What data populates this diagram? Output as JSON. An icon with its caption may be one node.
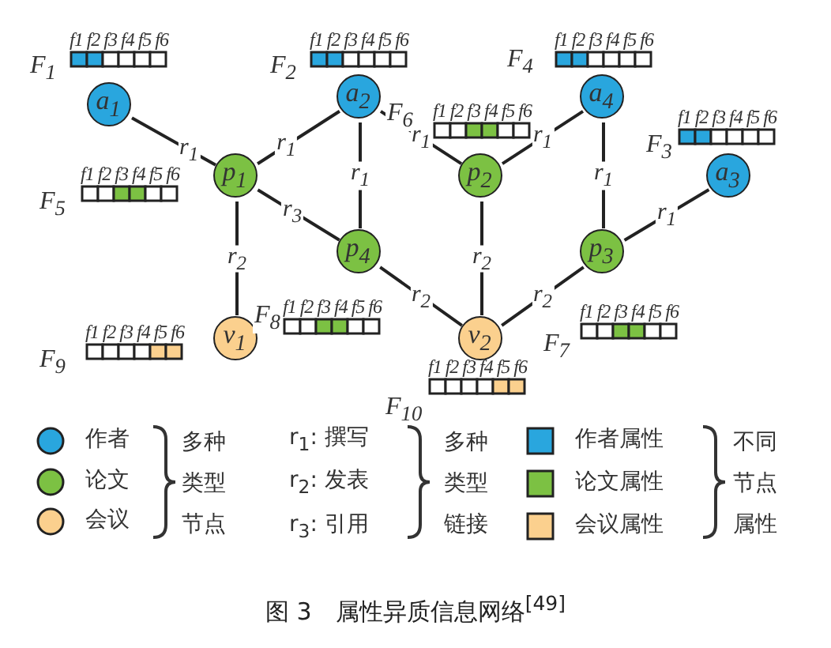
{
  "diagram": {
    "caption": "图 3　属性异质信息网络$^{[49]}$",
    "nodes": [
      {
        "text": [
          "a$_{1}$"
        ]
      },
      {
        "text": [
          "a$_{2}$"
        ]
      },
      {
        "text": [
          "a$_{4}$"
        ]
      },
      {
        "text": [
          "p$_{1}$"
        ]
      },
      {
        "text": [
          "p$_{2}$"
        ]
      },
      {
        "text": [
          "a$_{3}$"
        ]
      },
      {
        "text": [
          "p$_{4}$"
        ]
      },
      {
        "text": [
          "p$_{3}$"
        ]
      },
      {
        "text": [
          "v$_{1}$"
        ]
      },
      {
        "text": [
          "v$_{2}$"
        ]
      }
    ],
    "edges": [
      {
        "from": 0,
        "to": 3,
        "arrow": "none",
        "label": "r$_{1}$"
      },
      {
        "from": 3,
        "to": 1,
        "arrow": "none",
        "label": "r$_{1}$"
      },
      {
        "from": 1,
        "to": 6,
        "arrow": "none",
        "label": "r$_{1}$"
      },
      {
        "from": 1,
        "to": 4,
        "arrow": "none",
        "label": "r$_{1}$"
      },
      {
        "from": 4,
        "to": 2,
        "arrow": "none",
        "label": "r$_{1}$"
      },
      {
        "from": 2,
        "to": 7,
        "arrow": "none",
        "label": "r$_{1}$"
      },
      {
        "from": 7,
        "to": 5,
        "arrow": "none",
        "label": "r$_{1}$"
      },
      {
        "from": 3,
        "to": 6,
        "arrow": "none",
        "label": "r$_{3}$"
      },
      {
        "from": 3,
        "to": 8,
        "arrow": "none",
        "label": "r$_{2}$"
      },
      {
        "from": 4,
        "to": 9,
        "arrow": "none",
        "label": "r$_{2}$"
      },
      {
        "from": 6,
        "to": 9,
        "arrow": "none",
        "label": "r$_{2}$"
      },
      {
        "from": 7,
        "to": 9,
        "arrow": "none",
        "label": "r$_{2}$"
      }
    ],
    "labels": [
      "F$_{1}$",
      "f1 f2 f3 f4 f5 f6",
      "F$_{2}$",
      "f1 f2 f3 f4 f5 f6",
      "F$_{4}$",
      "f1 f2 f3 f4 f5 f6",
      "F$_{6}$",
      "f1 f2 f3 f4 f5 f6",
      "F$_{3}$",
      "f1 f2 f3 f4 f5 f6",
      "F$_{5}$",
      "f1 f2 f3 f4 f5 f6",
      "F$_{8}$",
      "f1 f2 f3 f4 f5 f6",
      "F$_{9}$",
      "f1 f2 f3 f4 f5 f6",
      "F$_{7}$",
      "f1 f2 f3 f4 f5 f6",
      "F$_{10}$",
      "f1 f2 f3 f4 f5 f6",
      "多种类型节点",
      "r$_{1}$: 撰写",
      "r$_{2}$: 发表",
      "r$_{3}$: 引用",
      "多种类型链接",
      "不同节点属性"
    ],
    "legend": [
      {
        "text": "作者",
        "color": "#29a6de"
      },
      {
        "text": "论文",
        "color": "#7cc143"
      },
      {
        "text": "会议",
        "color": "#fbd08e"
      },
      {
        "text": "作者属性",
        "color": "#29a6de"
      },
      {
        "text": "论文属性",
        "color": "#7cc143"
      },
      {
        "text": "会议属性",
        "color": "#fbd08e"
      }
    ]
  }
}
